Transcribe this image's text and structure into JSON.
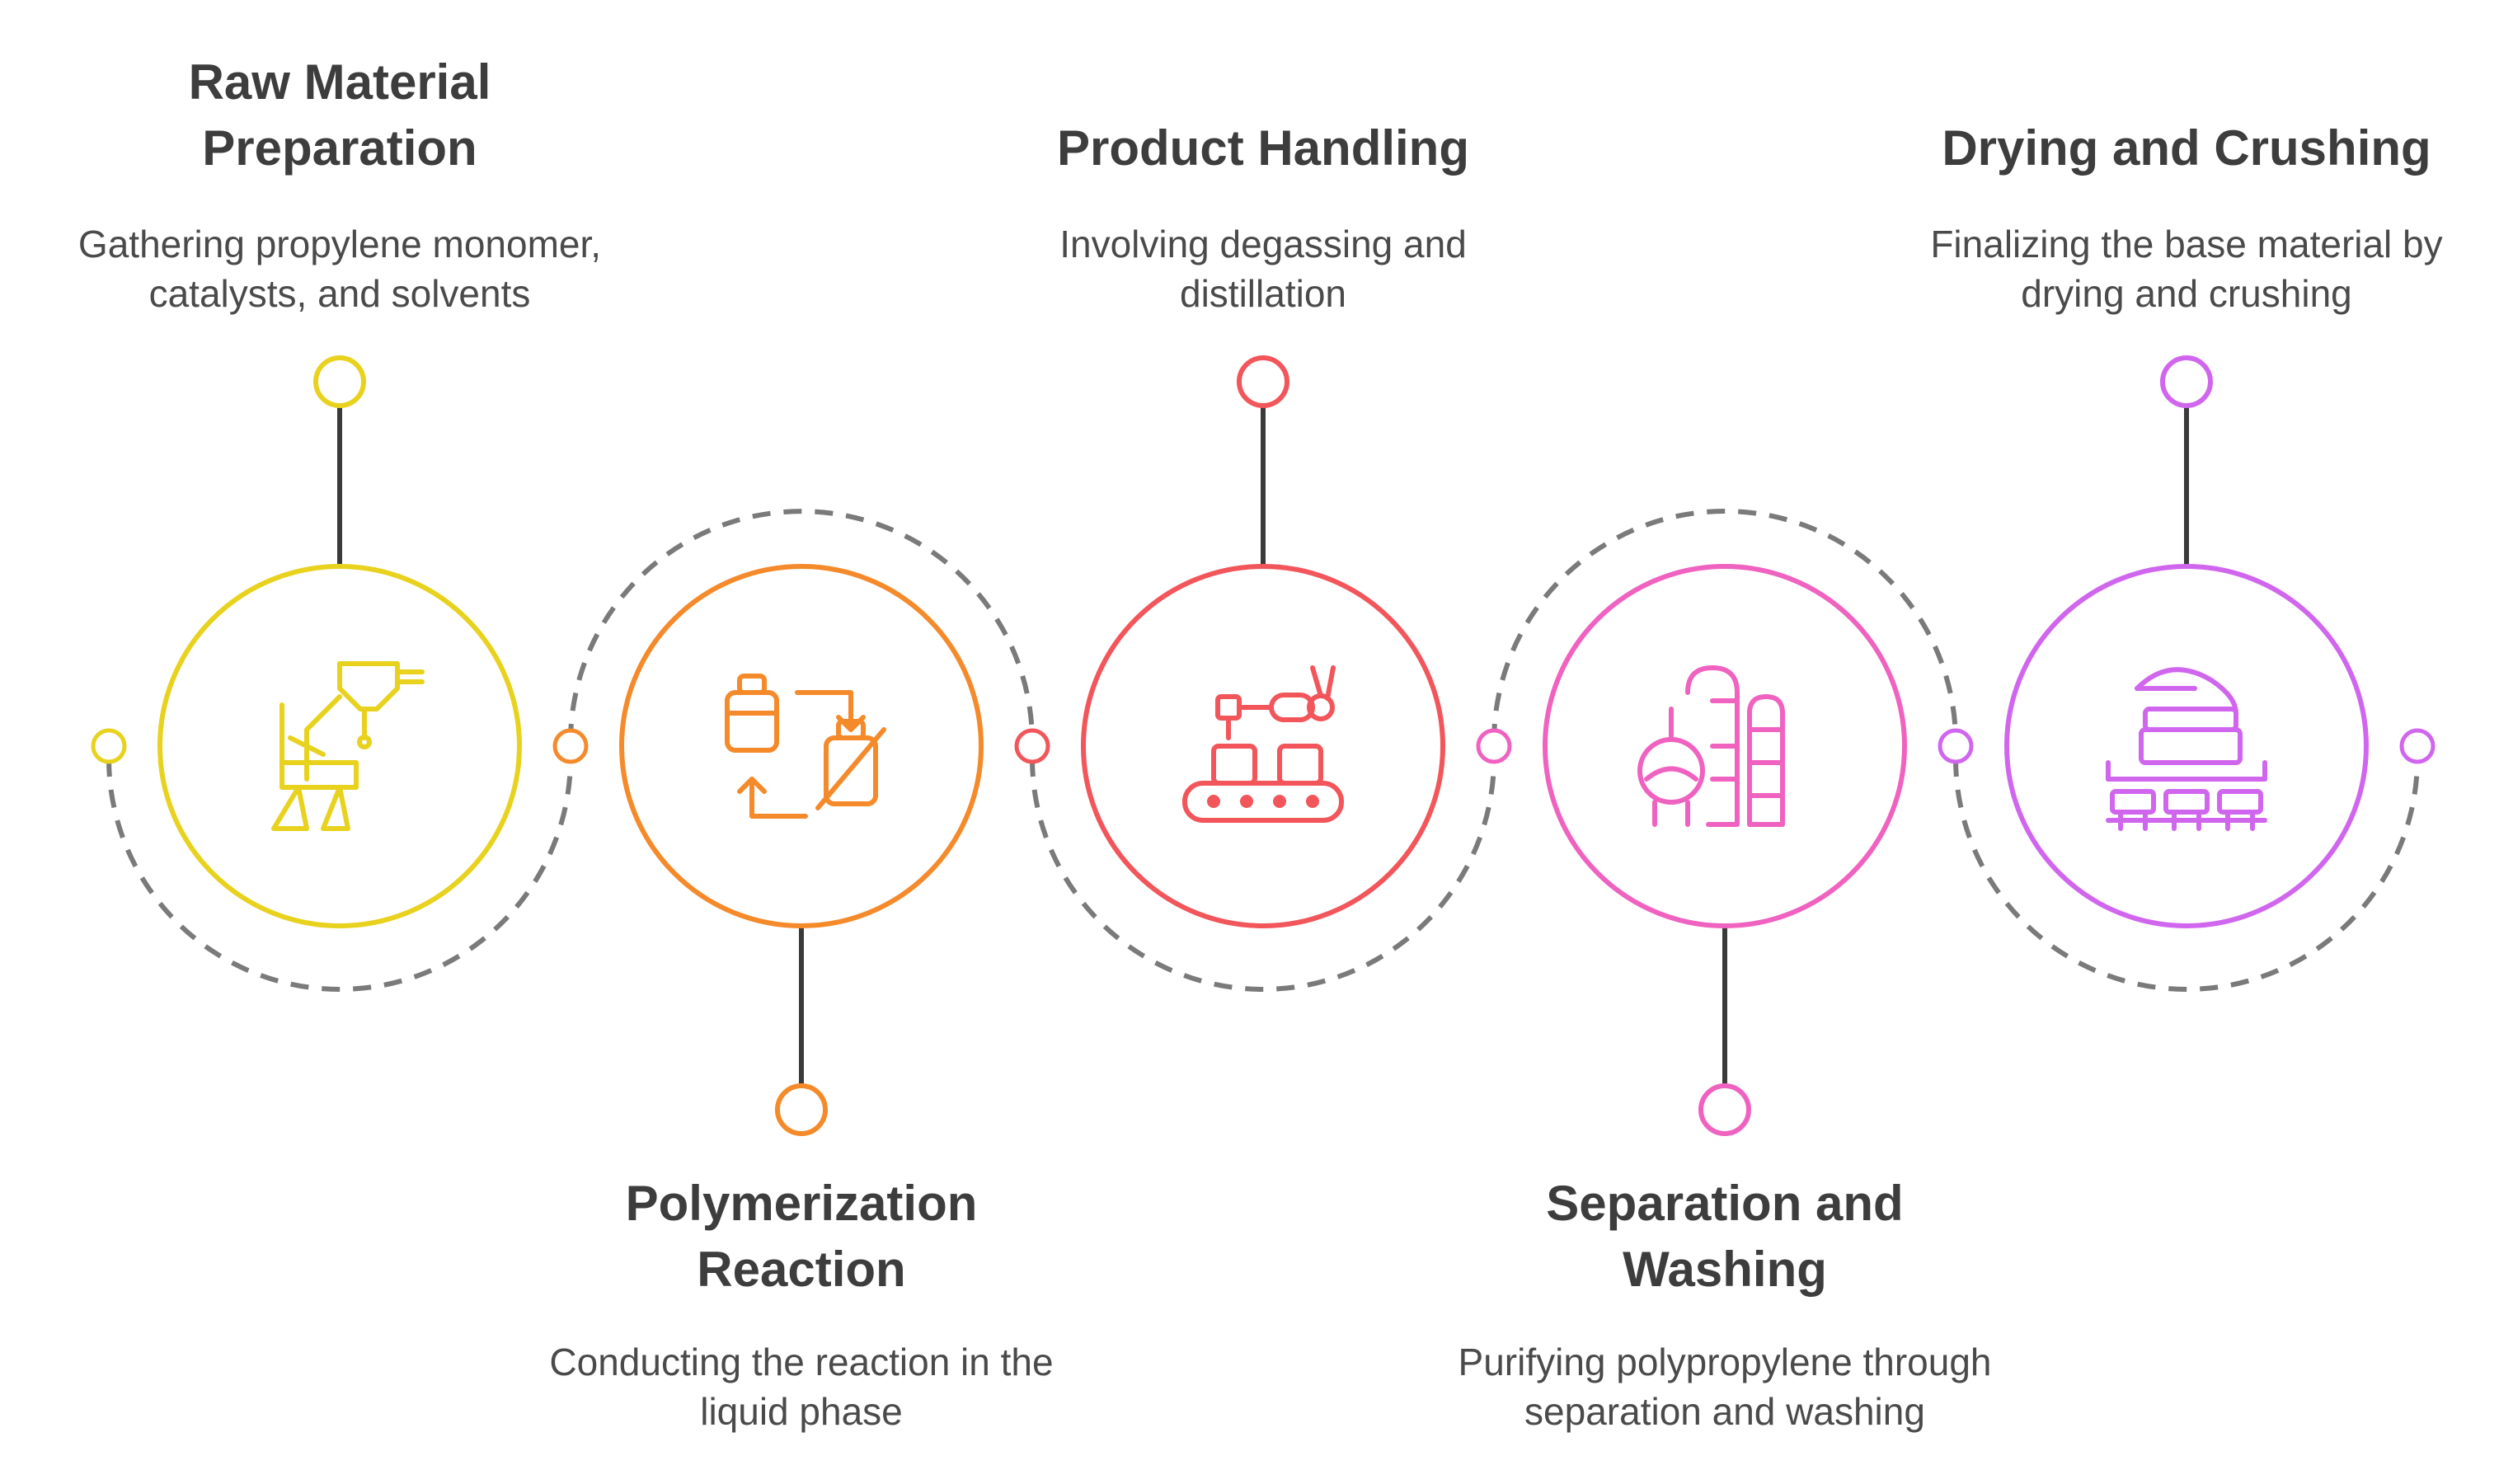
{
  "steps": [
    {
      "title_lines": [
        "Raw Material",
        "Preparation"
      ],
      "description_lines": [
        "Gathering propylene monomer,",
        "catalysts, and solvents"
      ],
      "color": "#E8D21E",
      "icon": "factory-machine-icon"
    },
    {
      "title_lines": [
        "Polymerization",
        "Reaction"
      ],
      "description_lines": [
        "Conducting the reaction in the",
        "liquid phase"
      ],
      "color": "#F58A2B",
      "icon": "container-conversion-icon"
    },
    {
      "title_lines": [
        "Product Handling"
      ],
      "description_lines": [
        "Involving degassing and",
        "distillation"
      ],
      "color": "#F2555A",
      "icon": "conveyor-robot-icon"
    },
    {
      "title_lines": [
        "Separation and",
        "Washing"
      ],
      "description_lines": [
        "Purifying polypropylene through",
        "separation and washing"
      ],
      "color": "#F062C0",
      "icon": "refinery-tanks-icon"
    },
    {
      "title_lines": [
        "Drying and Crushing"
      ],
      "description_lines": [
        "Finalizing the base material by",
        "drying and crushing"
      ],
      "color": "#D166EE",
      "icon": "crusher-machine-icon"
    }
  ],
  "connector_color": "#7a7a7a",
  "stem_color": "#3a3a3a"
}
